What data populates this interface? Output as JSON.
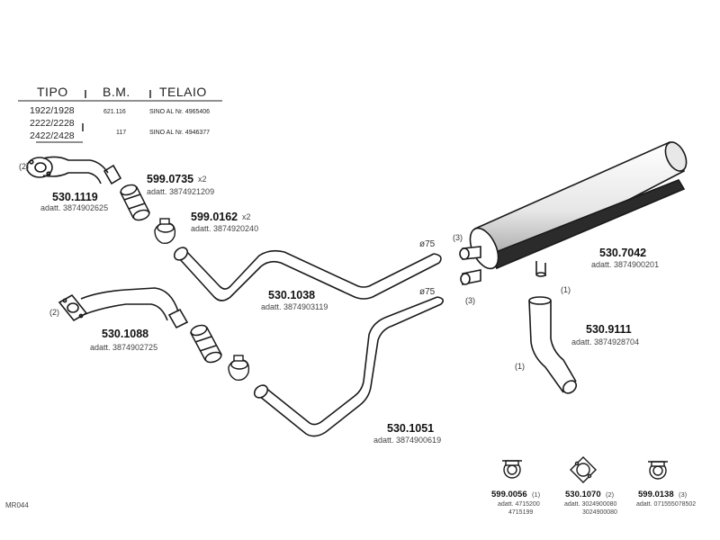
{
  "table": {
    "headers": [
      "TIPO",
      "B.M.",
      "TELAIO"
    ],
    "rows": [
      {
        "tipo": "1922/1928",
        "bm": "621.116",
        "telaio": "SINO AL Nr. 4965406"
      },
      {
        "tipo": "2222/2228",
        "bm": "",
        "telaio": ""
      },
      {
        "tipo": "2422/2428",
        "bm": "117",
        "telaio": "SINO AL Nr. 4946377"
      }
    ]
  },
  "parts": [
    {
      "code": "530.1119",
      "adatt": "adatt. 3874902625",
      "qty": ""
    },
    {
      "code": "599.0735",
      "adatt": "adatt. 3874921209",
      "qty": "x2"
    },
    {
      "code": "599.0162",
      "adatt": "adatt. 3874920240",
      "qty": "x2"
    },
    {
      "code": "530.1038",
      "adatt": "adatt. 3874903119",
      "qty": ""
    },
    {
      "code": "530.1088",
      "adatt": "adatt. 3874902725",
      "qty": ""
    },
    {
      "code": "530.1051",
      "adatt": "adatt. 3874900619",
      "qty": ""
    },
    {
      "code": "530.7042",
      "adatt": "adatt. 3874900201",
      "qty": ""
    },
    {
      "code": "530.9111",
      "adatt": "adatt. 3874928704",
      "qty": ""
    }
  ],
  "callouts": {
    "c2a": "(2)",
    "c2b": "(2)",
    "c3a": "(3)",
    "c3b": "(3)",
    "c1a": "(1)",
    "c1b": "(1)",
    "dia1": "ø75",
    "dia2": "ø75"
  },
  "bottom_parts": [
    {
      "code": "599.0056",
      "ref": "(1)",
      "adatt": "adatt. 4715200",
      "extra": "4715199"
    },
    {
      "code": "530.1070",
      "ref": "(2)",
      "adatt": "adatt. 3024900080",
      "extra": "3024900080"
    },
    {
      "code": "599.0138",
      "ref": "(3)",
      "adatt": "adatt. 071555078502",
      "extra": ""
    }
  ],
  "sheet_id": "MR044",
  "colors": {
    "line": "#1a1a1a",
    "muffler_band": "#2b2b2b",
    "muffler_shade": "#cfcfcf"
  }
}
